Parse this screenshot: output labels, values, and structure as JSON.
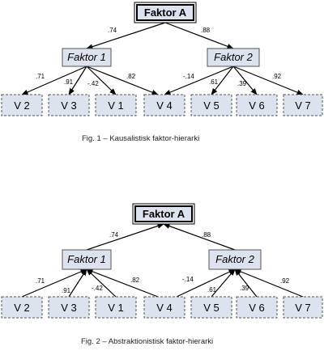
{
  "diagrams": [
    {
      "id": "fig1",
      "direction": "down",
      "top_factor": "Faktor A",
      "factors": [
        "Faktor 1",
        "Faktor 2"
      ],
      "variables": [
        "V 2",
        "V 3",
        "V 1",
        "V 4",
        "V 5",
        "V 6",
        "V 7"
      ],
      "top_weights": [
        ".74",
        ".88"
      ],
      "factor1_weights": [
        ".71",
        ".91",
        "-.42",
        ".82"
      ],
      "factor2_weights": [
        "-.14",
        ".61",
        ".39",
        ".92"
      ],
      "caption": "Fig. 1 – Kausalistisk faktor-hierarki"
    },
    {
      "id": "fig2",
      "direction": "up",
      "top_factor": "Faktor A",
      "factors": [
        "Faktor 1",
        "Faktor 2"
      ],
      "variables": [
        "V 2",
        "V 3",
        "V 1",
        "V 4",
        "V 5",
        "V 6",
        "V 7"
      ],
      "top_weights": [
        ".74",
        ".88"
      ],
      "factor1_weights": [
        ".71",
        ".91",
        "-.42",
        ".82"
      ],
      "factor2_weights": [
        "-.14",
        ".61",
        ".39",
        ".92"
      ],
      "caption": "Fig. 2 – Abstraktionistisk faktor-hierarki"
    }
  ],
  "colors": {
    "box_fill": "#dde3ee",
    "box_border": "#555555",
    "top_border": "#000000",
    "line": "#000000"
  }
}
